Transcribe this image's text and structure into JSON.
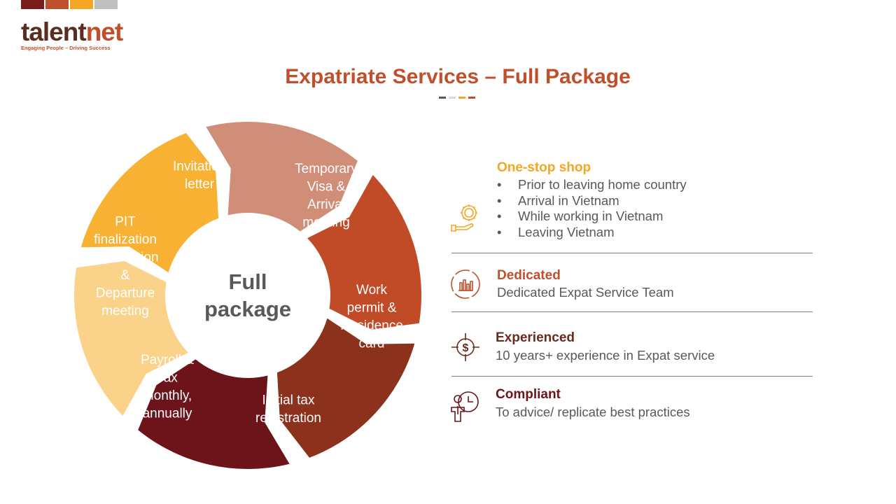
{
  "brand": {
    "name_part1": "talent",
    "name_part2": "net",
    "tagline": "Engaging People – Driving Success",
    "bar_colors": [
      "#7b1c1c",
      "#c0502b",
      "#f5a623",
      "#bfbfbf"
    ]
  },
  "header": {
    "title": "Expatriate Services – Full Package",
    "dash_colors": [
      "#595959",
      "#d9d9d9",
      "#f5a623",
      "#c0502b"
    ]
  },
  "cycle": {
    "center_lines": [
      "Full",
      "package"
    ],
    "segments": [
      {
        "lines": [
          "Invitation",
          "letter"
        ],
        "color": "#f8b133"
      },
      {
        "lines": [
          "Temporary",
          "Visa &",
          "Arrival",
          "meeting"
        ],
        "color": "#d08d78"
      },
      {
        "lines": [
          "Work",
          "permit &",
          "Residence",
          "card"
        ],
        "color": "#c24b27"
      },
      {
        "lines": [
          "Initial tax",
          "registration"
        ],
        "color": "#8c321c"
      },
      {
        "lines": [
          "Payroll &",
          "Tax",
          "monthly,",
          "annually"
        ],
        "color": "#6d141a"
      },
      {
        "lines": [
          "PIT",
          "finalization",
          "repatriation",
          "&",
          "Departure",
          "meeting"
        ],
        "color": "#fbd28a"
      }
    ]
  },
  "features": [
    {
      "title": "One-stop shop",
      "color": "#f5a623",
      "icon": "gear-hand-icon",
      "bullets": [
        "Prior to leaving home country",
        "Arrival in Vietnam",
        "While working in Vietnam",
        "Leaving Vietnam"
      ]
    },
    {
      "title": "Dedicated",
      "color": "#c0502b",
      "icon": "chart-circle-icon",
      "text": "Dedicated Expat Service Team"
    },
    {
      "title": "Experienced",
      "color": "#6b2a1e",
      "icon": "dollar-target-icon",
      "text": "10 years+ experience in Expat service"
    },
    {
      "title": "Compliant",
      "color": "#6d141a",
      "icon": "person-clock-icon",
      "text": "To advice/ replicate best practices"
    }
  ]
}
